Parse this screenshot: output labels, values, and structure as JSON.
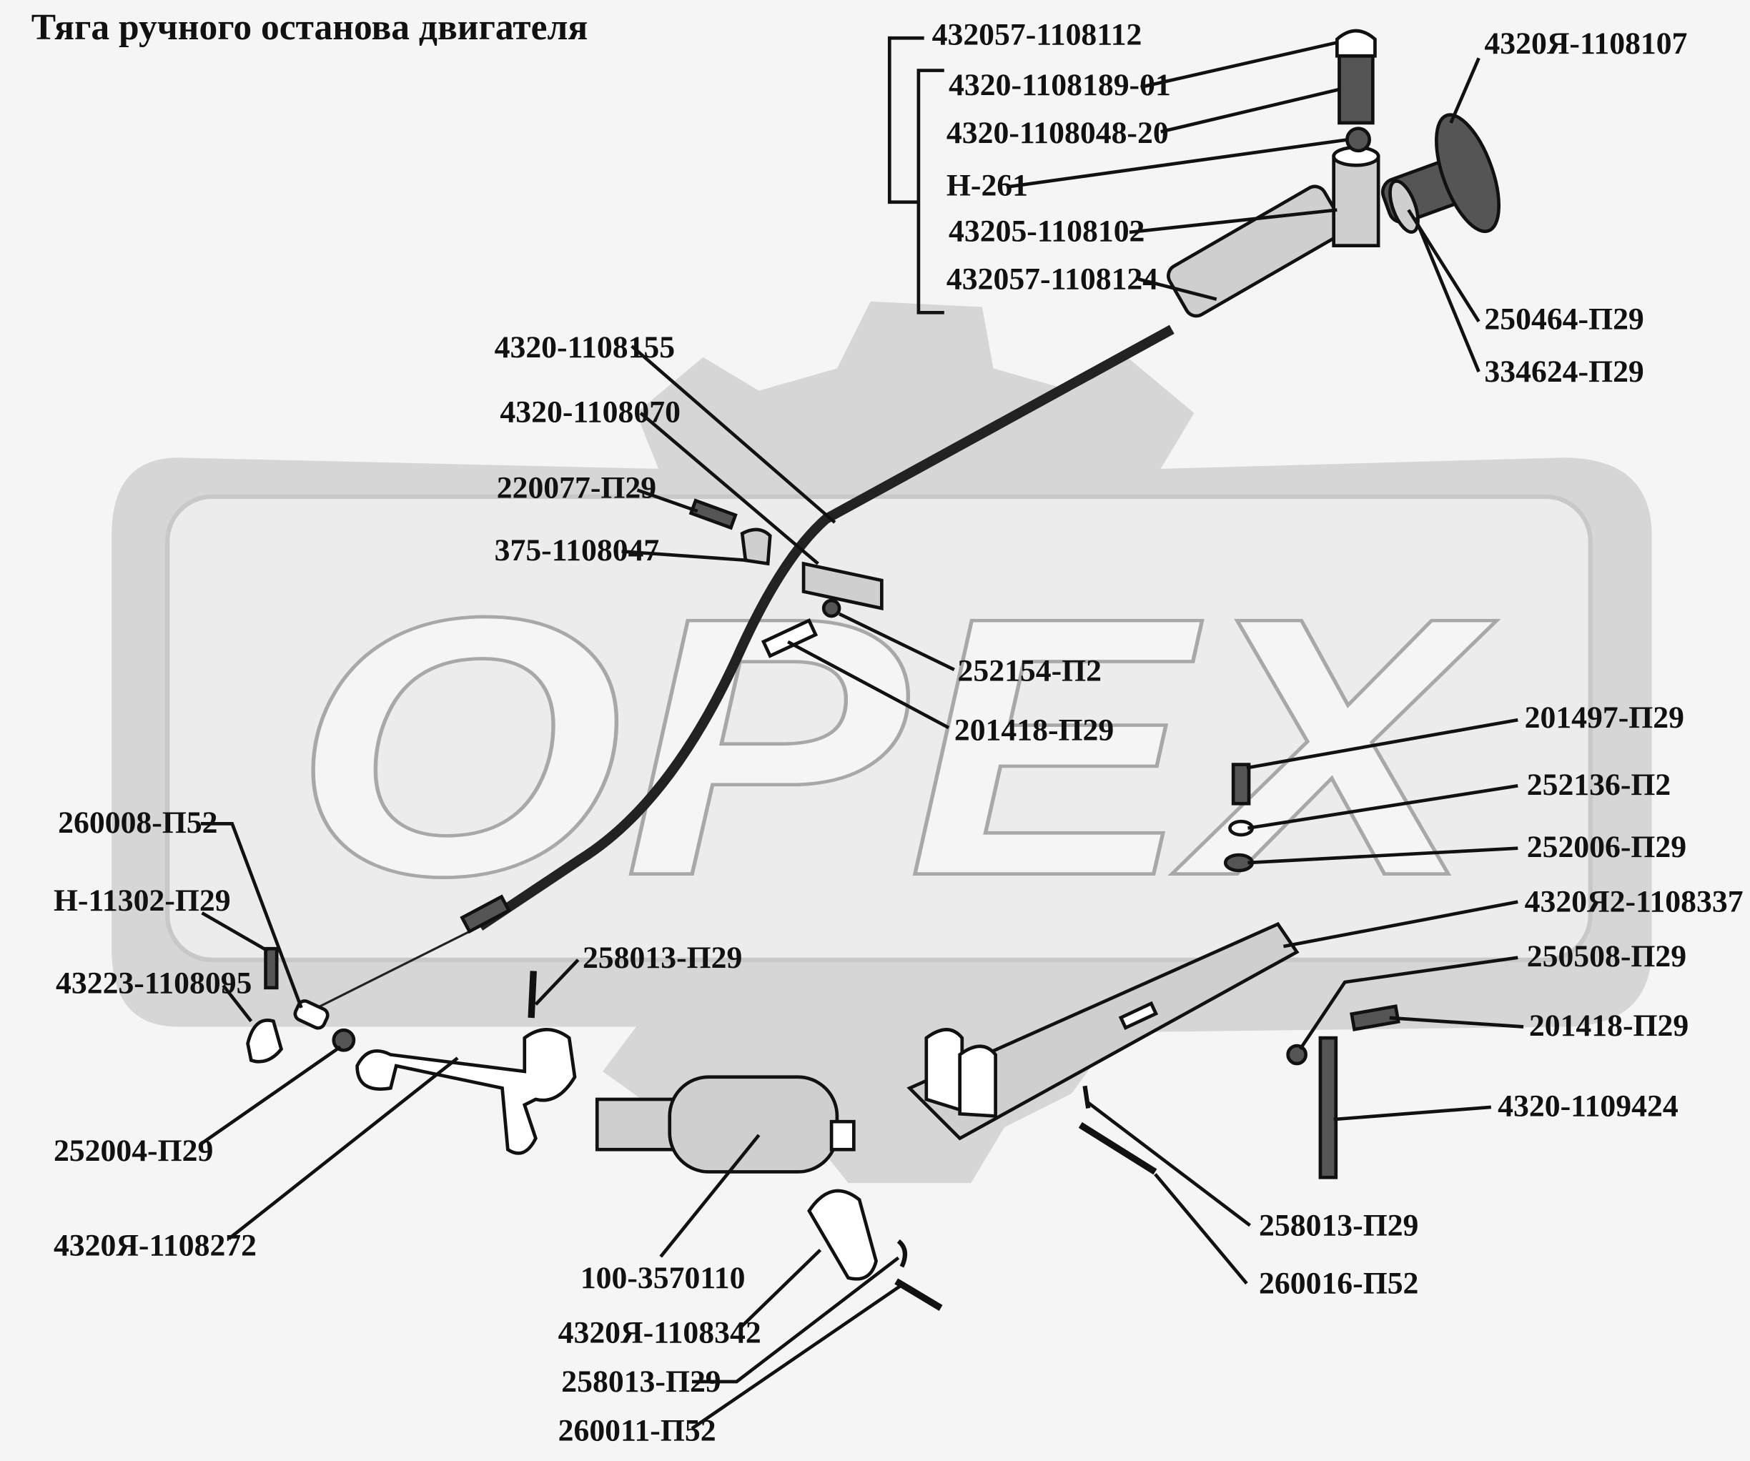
{
  "title": "Тяга ручного останова двигателя",
  "watermark": "ОРЕХ",
  "labels": {
    "p432057_1108112": "432057-1108112",
    "p4320_1108189_01": "4320-1108189-01",
    "p4320_1108048_20": "4320-1108048-20",
    "pH261": "Н-261",
    "p43205_1108102": "43205-1108102",
    "p432057_1108124": "432057-1108124",
    "p4320YA_1108107": "4320Я-1108107",
    "p250464": "250464-П29",
    "p334624": "334624-П29",
    "p4320_1108155": "4320-1108155",
    "p4320_1108070": "4320-1108070",
    "p220077": "220077-П29",
    "p375_1108047": "375-1108047",
    "p252154": "252154-П2",
    "p201418a": "201418-П29",
    "p201497": "201497-П29",
    "p252136": "252136-П2",
    "p252006": "252006-П29",
    "p4320YA2_1108337": "4320Я2-1108337",
    "p250508": "250508-П29",
    "p201418b": "201418-П29",
    "p4320_1109424": "4320-1109424",
    "p258013a": "258013-П29",
    "p258013b": "258013-П29",
    "p258013c": "258013-П29",
    "p260016": "260016-П52",
    "p260008": "260008-П52",
    "pH11302": "Н-11302-П29",
    "p43223_1108095": "43223-1108095",
    "p252004": "252004-П29",
    "p4320YA_1108272": "4320Я-1108272",
    "p100_3570110": "100-3570110",
    "p4320YA_1108342": "4320Я-1108342",
    "p260011": "260011-П52"
  }
}
